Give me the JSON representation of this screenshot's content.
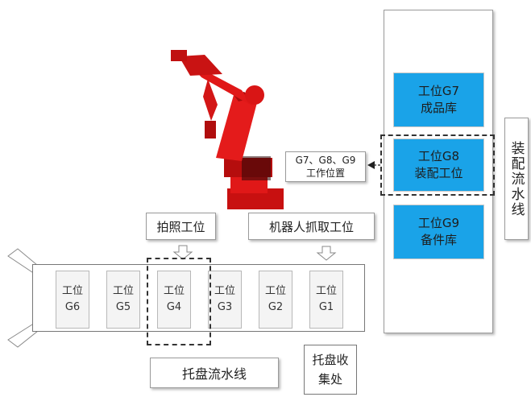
{
  "warehouse": {
    "stations": [
      {
        "line1": "工位G7",
        "line2": "成品库"
      },
      {
        "line1": "工位G8",
        "line2": "装配工位"
      },
      {
        "line1": "工位G9",
        "line2": "备件库"
      }
    ],
    "side_label": "装配流水线"
  },
  "work_position": {
    "line1": "G7、G8、G9",
    "line2": "工作位置"
  },
  "labels": {
    "photo_station": "拍照工位",
    "robot_grab_station": "机器人抓取工位",
    "pallet_line": "托盘流水线",
    "pallet_collection": "托盘收集处"
  },
  "conveyor_slots": [
    {
      "top": "工位",
      "bottom": "G6"
    },
    {
      "top": "工位",
      "bottom": "G5"
    },
    {
      "top": "工位",
      "bottom": "G4"
    },
    {
      "top": "工位",
      "bottom": "G3"
    },
    {
      "top": "工位",
      "bottom": "G2"
    },
    {
      "top": "工位",
      "bottom": "G1"
    }
  ],
  "colors": {
    "station_blue": "#1aa3e8",
    "robot_red": "#e01818"
  },
  "icons": {
    "robot": "industrial-robot-arm-icon"
  }
}
